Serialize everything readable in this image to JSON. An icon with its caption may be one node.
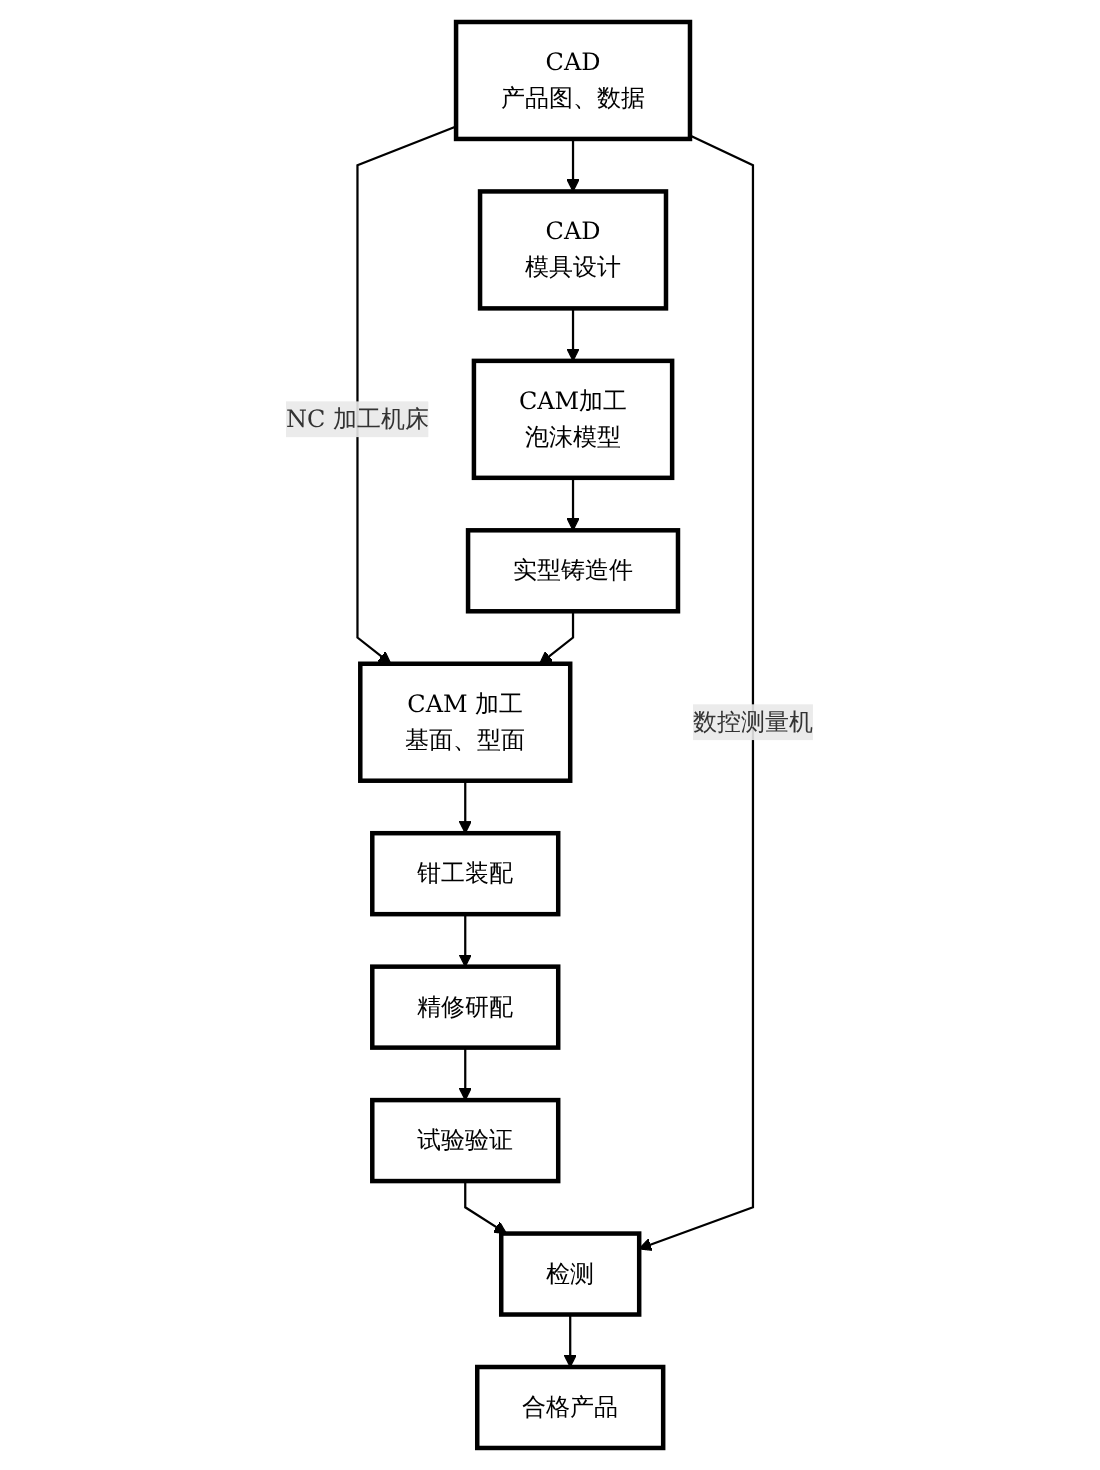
{
  "diagram": {
    "nodes": [
      {
        "text": [
          "CAD",
          "产品图、数据"
        ]
      },
      {
        "text": [
          "CAD",
          "模具设计"
        ]
      },
      {
        "text": [
          "CAM加工",
          "泡沫模型"
        ]
      },
      {
        "text": [
          "实型铸造件"
        ]
      },
      {
        "text": [
          "CAM 加工",
          "基面、型面"
        ]
      },
      {
        "text": [
          "钳工装配"
        ]
      },
      {
        "text": [
          "精修研配"
        ]
      },
      {
        "text": [
          "试验验证"
        ]
      },
      {
        "text": [
          "检测"
        ]
      },
      {
        "text": [
          "合格产品"
        ]
      }
    ],
    "edges": [
      {
        "from": 0,
        "to": 1,
        "arrow": "to"
      },
      {
        "from": 1,
        "to": 2,
        "arrow": "to"
      },
      {
        "from": 2,
        "to": 3,
        "arrow": "to"
      },
      {
        "from": 0,
        "to": 4,
        "arrow": "to",
        "label": "NC 加工机床"
      },
      {
        "from": 3,
        "to": 4,
        "arrow": "to"
      },
      {
        "from": 4,
        "to": 5,
        "arrow": "to"
      },
      {
        "from": 5,
        "to": 6,
        "arrow": "to"
      },
      {
        "from": 6,
        "to": 7,
        "arrow": "to"
      },
      {
        "from": 7,
        "to": 8,
        "arrow": "to"
      },
      {
        "from": 0,
        "to": 8,
        "arrow": "to",
        "label": "数控测量机"
      },
      {
        "from": 8,
        "to": 9,
        "arrow": "to"
      }
    ]
  }
}
